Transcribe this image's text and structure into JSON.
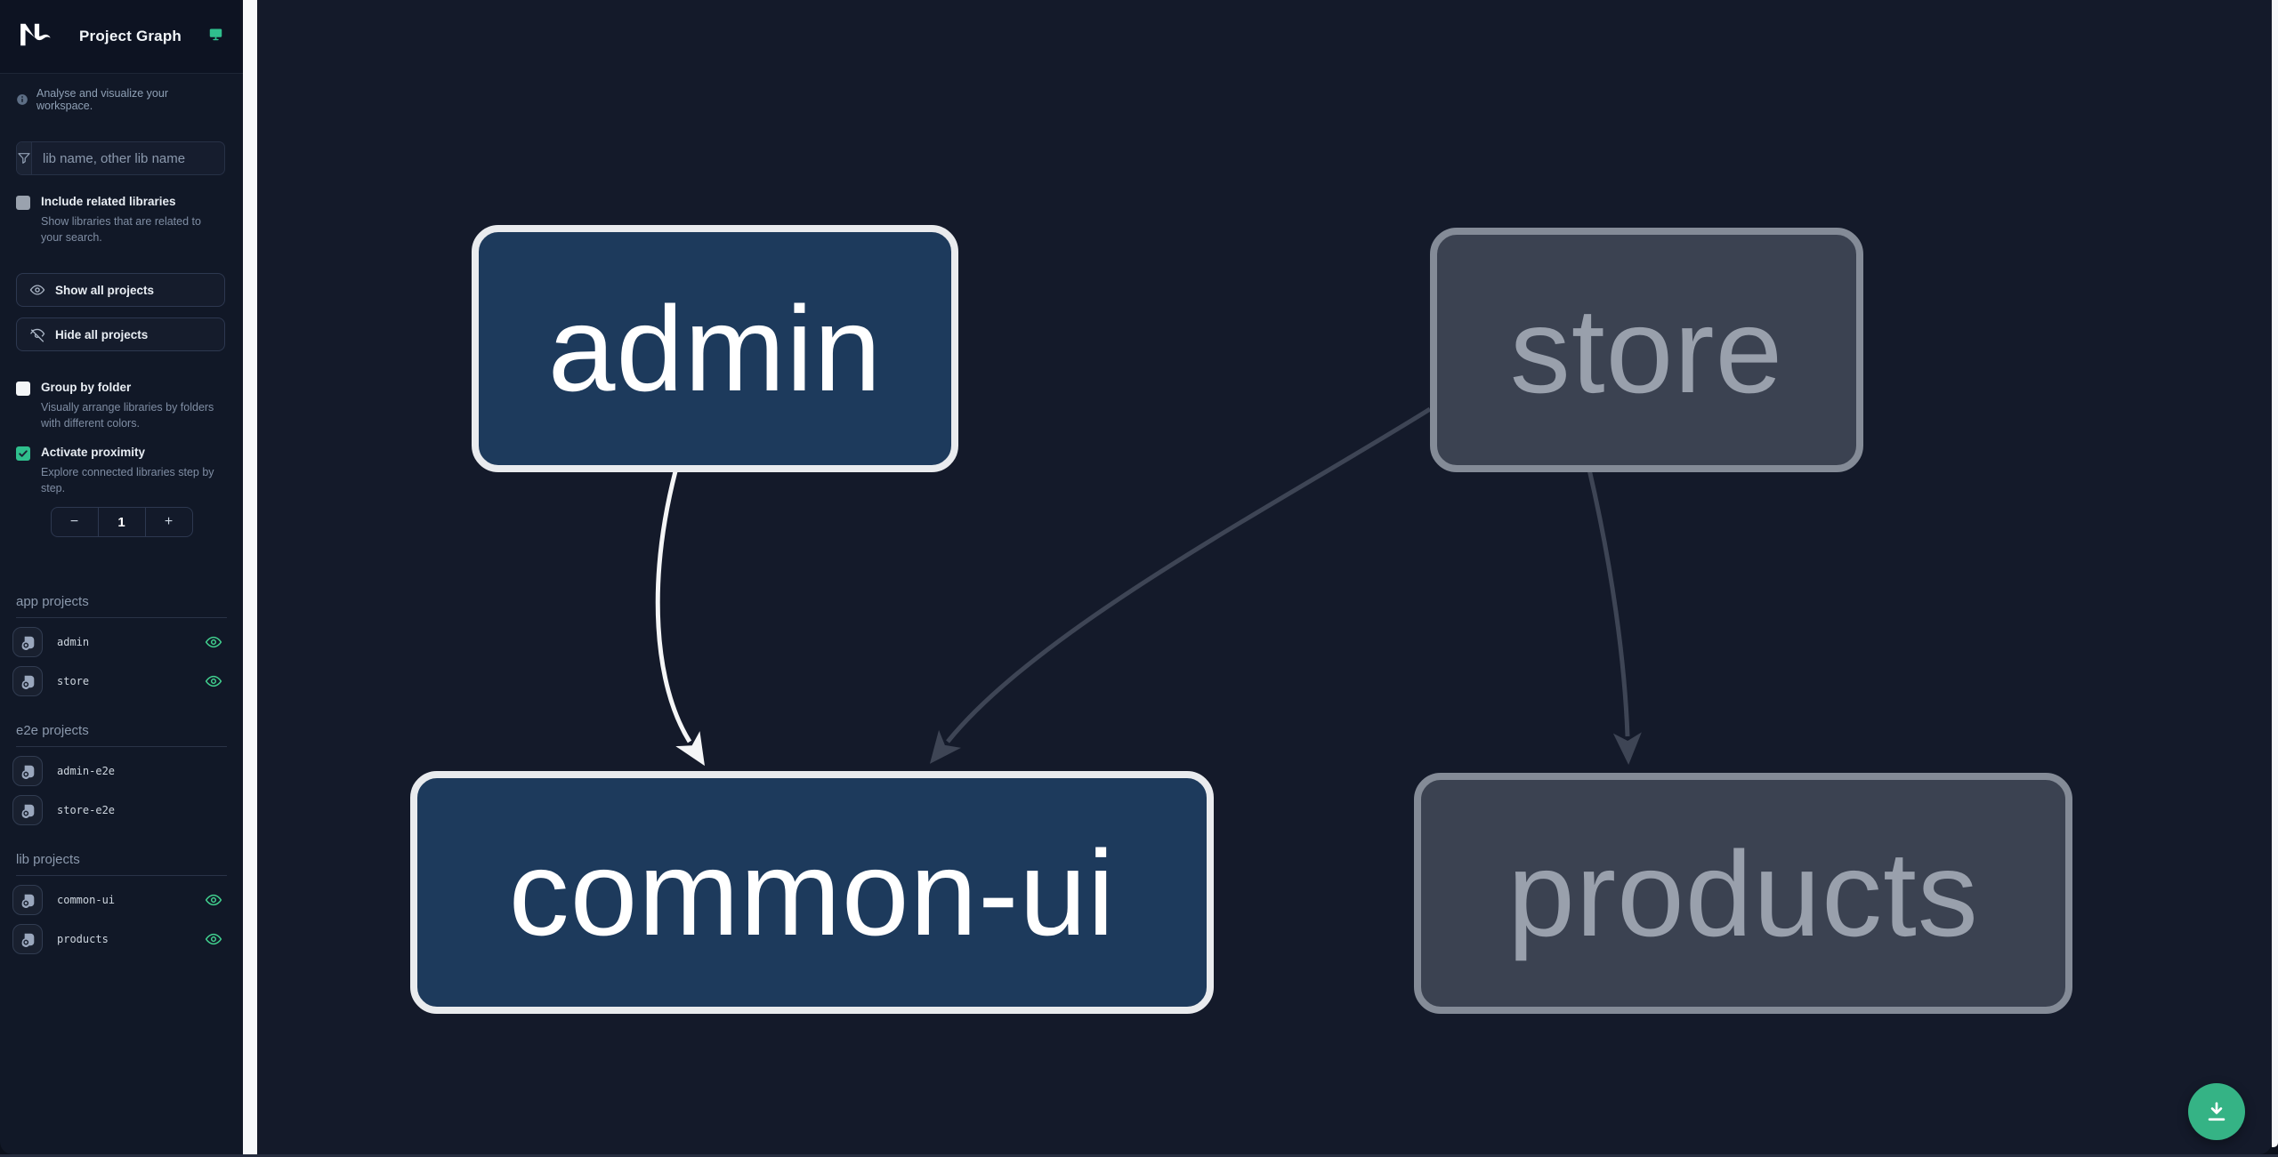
{
  "header": {
    "title": "Project Graph"
  },
  "sidebar": {
    "tagline": "Analyse and visualize your workspace.",
    "search_placeholder": "lib name, other lib name",
    "toggles": {
      "related": {
        "label": "Include related libraries",
        "description": "Show libraries that are related to your search."
      },
      "group": {
        "label": "Group by folder",
        "description": "Visually arrange libraries by folders with different colors."
      },
      "proximity": {
        "label": "Activate proximity",
        "description": "Explore connected libraries step by step."
      }
    },
    "actions": {
      "show_all": "Show all projects",
      "hide_all": "Hide all projects"
    },
    "stepper": {
      "decrement": "−",
      "value": "1",
      "increment": "+"
    },
    "sections": {
      "app": {
        "label": "app projects",
        "items": [
          {
            "name": "admin"
          },
          {
            "name": "store"
          }
        ]
      },
      "e2e": {
        "label": "e2e projects",
        "items": [
          {
            "name": "admin-e2e"
          },
          {
            "name": "store-e2e"
          }
        ]
      },
      "lib": {
        "label": "lib projects",
        "items": [
          {
            "name": "common-ui"
          },
          {
            "name": "products"
          }
        ]
      }
    }
  },
  "graph": {
    "nodes": [
      {
        "id": "admin",
        "label": "admin",
        "state": "focused"
      },
      {
        "id": "store",
        "label": "store",
        "state": "faded"
      },
      {
        "id": "common-ui",
        "label": "common-ui",
        "state": "focused"
      },
      {
        "id": "products",
        "label": "products",
        "state": "faded"
      }
    ],
    "edges": [
      {
        "from": "admin",
        "to": "common-ui",
        "state": "focused"
      },
      {
        "from": "store",
        "to": "common-ui",
        "state": "faded"
      },
      {
        "from": "store",
        "to": "products",
        "state": "faded"
      }
    ]
  },
  "colors": {
    "accent_green": "#2fbf8d",
    "node_focused_bg": "#1d3a5c",
    "node_focused_border": "#e9ebee",
    "node_faded_bg": "#3b4251",
    "node_faded_border": "#848b97",
    "edge_focused": "#f5f6f7",
    "edge_faded": "#3e4555"
  }
}
